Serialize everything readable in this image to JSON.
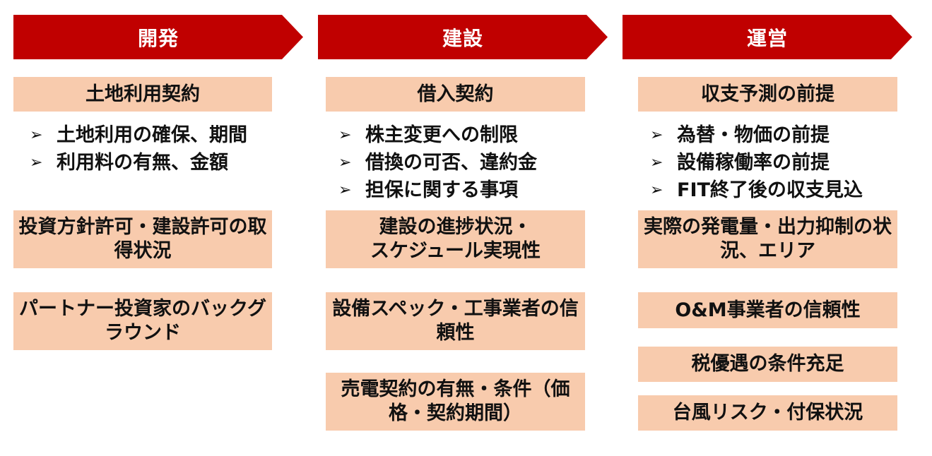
{
  "columns": [
    {
      "phase": "開発",
      "boxes": [
        "土地利用契約",
        "投資方針許可・建設許可の取得状況",
        "パートナー投資家のバックグラウンド"
      ],
      "bullets": [
        "土地利用の確保、期間",
        "利用料の有無、金額"
      ]
    },
    {
      "phase": "建設",
      "boxes": [
        "借入契約",
        "建設の進捗状況・\nスケジュール実現性",
        "設備スペック・工事業者の信頼性",
        "売電契約の有無・条件（価格・契約期間）"
      ],
      "bullets": [
        "株主変更への制限",
        "借換の可否、違約金",
        "担保に関する事項"
      ]
    },
    {
      "phase": "運営",
      "boxes": [
        "収支予測の前提",
        "実際の発電量・出力抑制の状況、エリア",
        "O&M事業者の信頼性",
        "税優遇の条件充足",
        "台風リスク・付保状況"
      ],
      "bullets": [
        "為替・物価の前提",
        "設備稼働率の前提",
        "FIT終了後の収支見込"
      ]
    }
  ],
  "bullet_icon": "arrowhead-bullet-icon",
  "colors": {
    "phase_bg": "#c00000",
    "box_bg": "#f8cbad"
  }
}
